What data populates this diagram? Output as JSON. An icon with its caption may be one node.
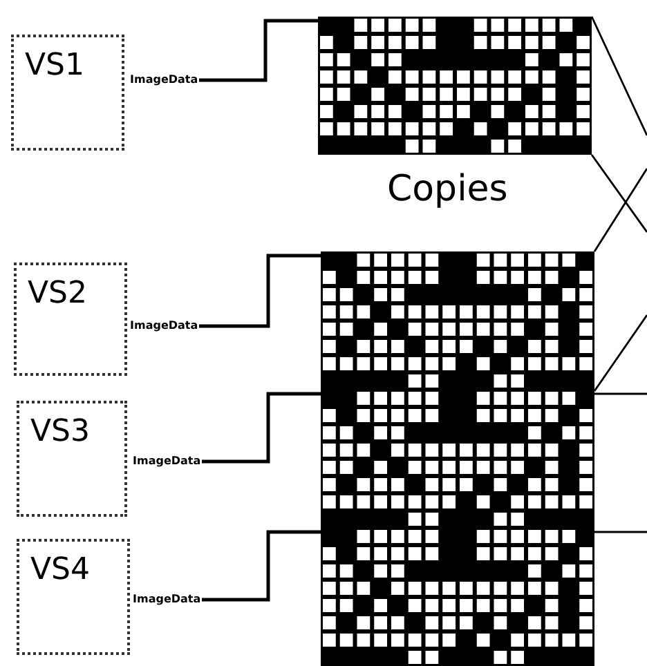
{
  "diagram": {
    "nodes": [
      {
        "text": [
          "VS1"
        ]
      },
      {
        "text": [
          "ImageData"
        ]
      },
      {
        "text": [],
        "shape": "picture"
      },
      {
        "text": [
          "VS2"
        ]
      },
      {
        "text": [
          "ImageData"
        ]
      },
      {
        "text": [],
        "shape": "picture"
      },
      {
        "text": [
          "VS3"
        ]
      },
      {
        "text": [
          "ImageData"
        ]
      },
      {
        "text": [],
        "shape": "picture"
      },
      {
        "text": [
          "VS4"
        ]
      },
      {
        "text": [
          "ImageData"
        ]
      },
      {
        "text": [],
        "shape": "picture"
      }
    ],
    "edges": [
      {
        "from": 1,
        "to": 2,
        "arrow": "none"
      },
      {
        "from": 4,
        "to": 5,
        "arrow": "none"
      },
      {
        "from": 7,
        "to": 8,
        "arrow": "none"
      },
      {
        "from": 10,
        "to": 11,
        "arrow": "none"
      },
      {
        "from": 2,
        "to": null,
        "arrow": "none"
      },
      {
        "from": 2,
        "to": null,
        "arrow": "none"
      },
      {
        "from": 5,
        "to": null,
        "arrow": "none"
      },
      {
        "from": 8,
        "to": null,
        "arrow": "none"
      },
      {
        "from": 8,
        "to": null,
        "arrow": "none"
      },
      {
        "from": 11,
        "to": null,
        "arrow": "none"
      }
    ],
    "labels": [
      "Copies"
    ]
  }
}
